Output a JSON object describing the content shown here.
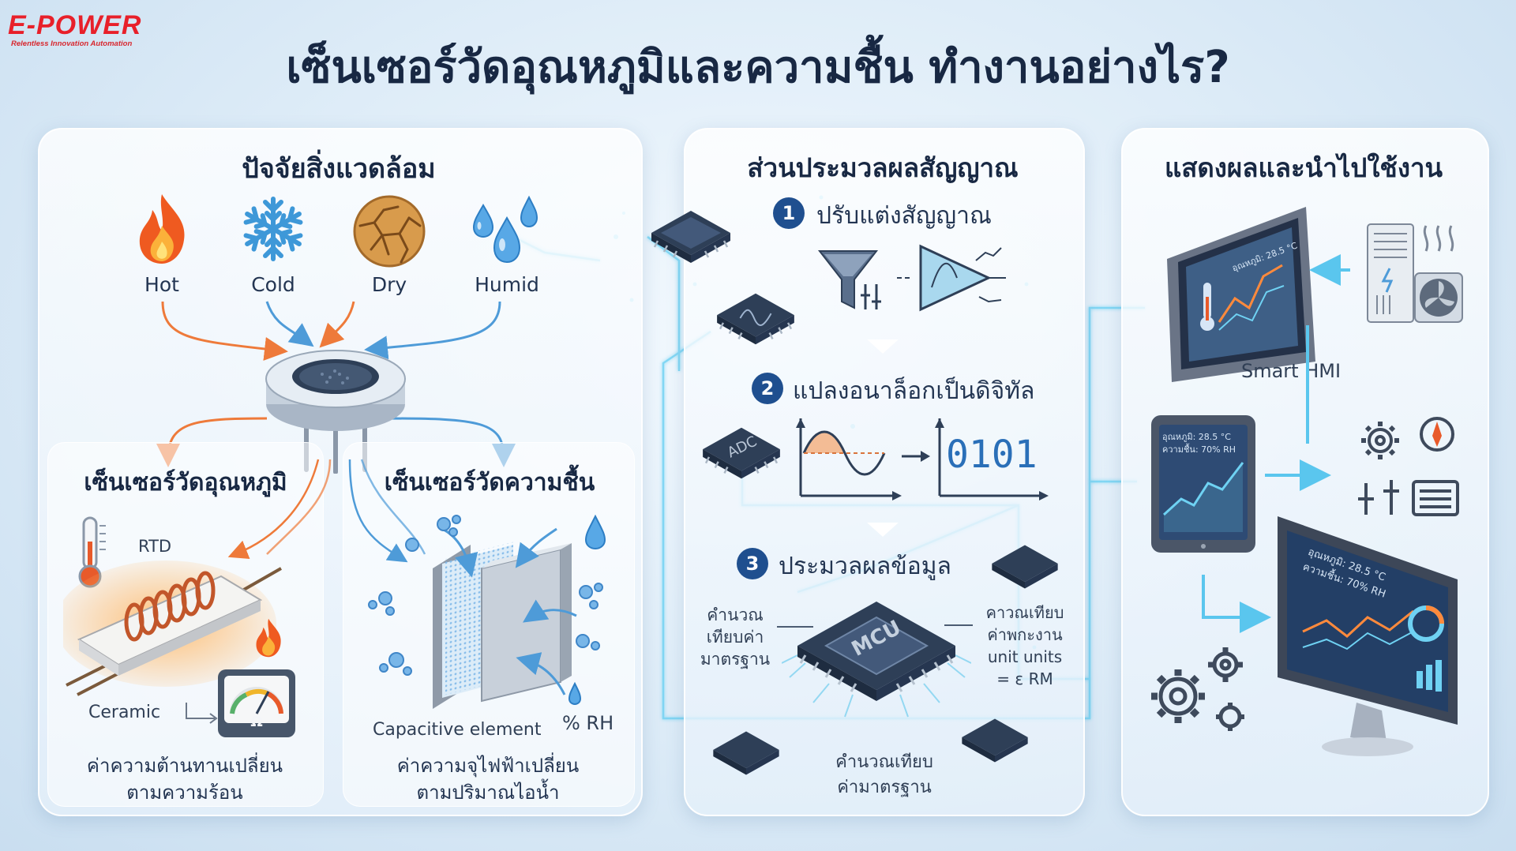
{
  "logo": {
    "name": "E-POWER",
    "tagline": "Relentless Innovation Automation"
  },
  "title": "เซ็นเซอร์วัดอุณหภูมิและความชื้น ทำงานอย่างไร?",
  "colors": {
    "brand_red": "#e8202a",
    "heat_orange": "#ee7a3a",
    "water_blue": "#3d8fd6",
    "chip_dark": "#2e3f57",
    "accent_cyan": "#5ac6ee"
  },
  "environment": {
    "heading": "ปัจจัยสิ่งแวดล้อม",
    "items": [
      {
        "label": "Hot",
        "icon": "fire-icon"
      },
      {
        "label": "Cold",
        "icon": "snowflake-icon"
      },
      {
        "label": "Dry",
        "icon": "cracked-earth-icon"
      },
      {
        "label": "Humid",
        "icon": "water-drops-icon"
      }
    ],
    "temp_sensor": {
      "heading": "เซ็นเซอร์วัดอุณหภูมิ",
      "rtd_label": "RTD",
      "ceramic_label": "Ceramic",
      "meter_symbol": "Ω",
      "caption_1": "ค่าความต้านทานเปลี่ยน",
      "caption_2": "ตามความร้อน"
    },
    "humidity_sensor": {
      "heading": "เซ็นเซอร์วัดความชื้น",
      "element_label": "Capacitive element",
      "rh_label": "% RH",
      "caption_1": "ค่าความจุไฟฟ้าเปลี่ยน",
      "caption_2": "ตามปริมาณไอน้ำ"
    }
  },
  "processing": {
    "heading": "ส่วนประมวลผลสัญญาณ",
    "steps": [
      {
        "number": "1",
        "label": "ปรับแต่งสัญญาณ"
      },
      {
        "number": "2",
        "label": "แปลงอนาล็อกเป็นดิจิทัล"
      },
      {
        "number": "3",
        "label": "ประมวลผลข้อมูล"
      }
    ],
    "adc_chip_label": "ADC",
    "digital_readout": "0101",
    "mcu_label": "MCU",
    "left_note": [
      "คำนวณ",
      "เทียบค่า",
      "มาตรฐาน"
    ],
    "right_note": [
      "คาวณเทียบ",
      "ค่าพกะงาน",
      "unit units",
      "= ε RM"
    ],
    "bottom_note": [
      "คำนวณเทียบ",
      "ค่ามาตรฐาน"
    ]
  },
  "output": {
    "heading": "แสดงผลและนำไปใช้งาน",
    "hmi_label": "Smart HMI",
    "screen_small": "อุณหภูมิ: 28.5 °C",
    "tablet_line_1": "อุณหภูมิ: 28.5 °C",
    "tablet_line_2": "ความชื้น: 70% RH",
    "monitor_line_1": "อุณหภูมิ: 28.5 °C",
    "monitor_line_2": "ความชื้น: 70% RH"
  }
}
